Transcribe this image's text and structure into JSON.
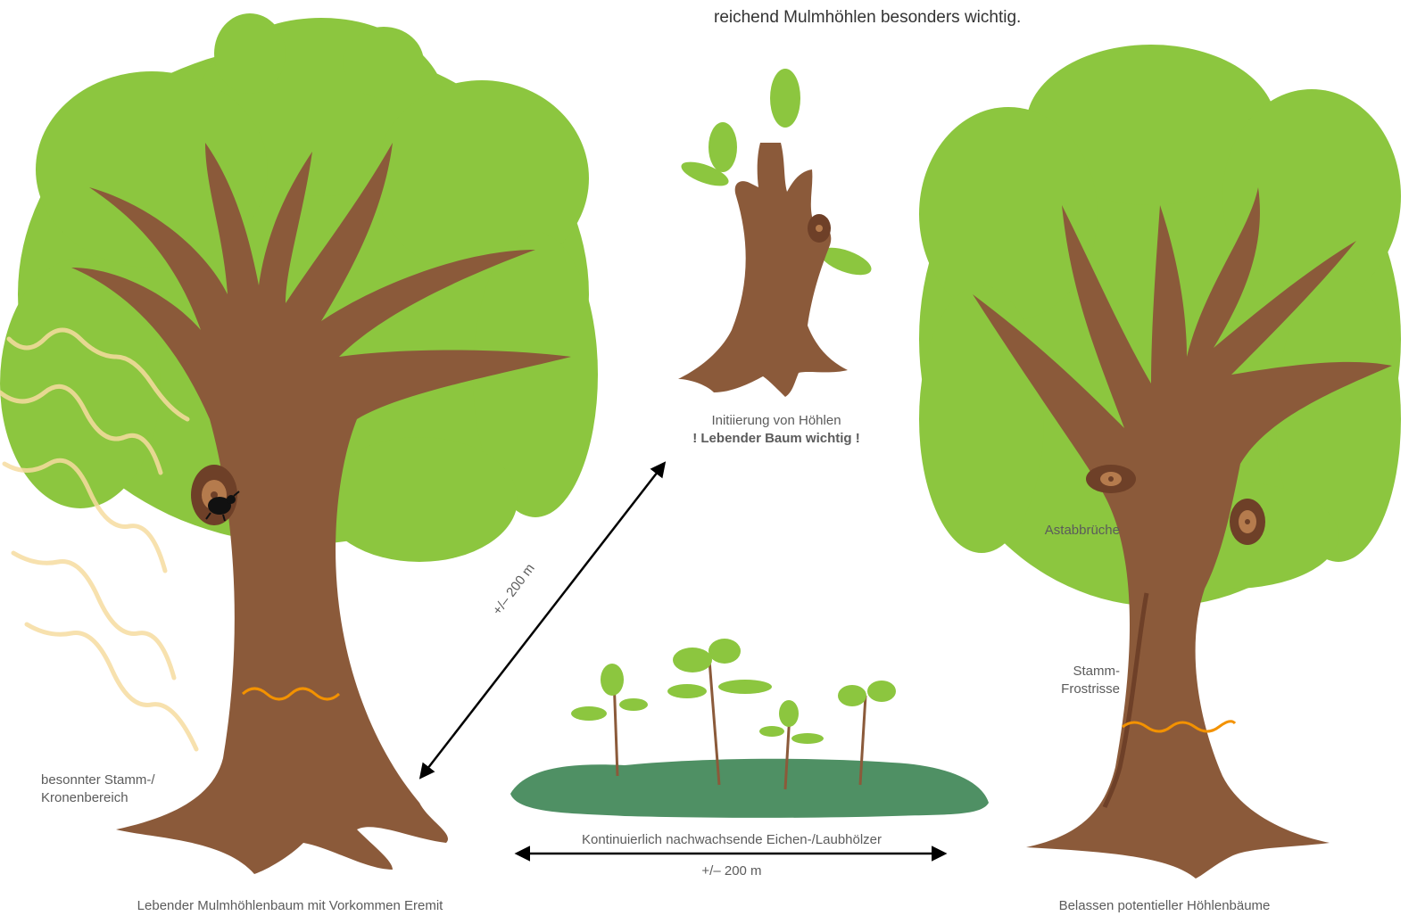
{
  "intro": {
    "line": "reichend Mulmhöhlen besonders wichtig."
  },
  "left_tree": {
    "caption": "Lebender Mulmhöhlenbaum mit Vorkommen Eremit",
    "sun_label_line1": "besonnter Stamm-/",
    "sun_label_line2": "Kronenbereich"
  },
  "center_stump": {
    "caption_line1": "Initiierung von Höhlen",
    "caption_line2": "! Lebender Baum wichtig !"
  },
  "diagonal_distance": {
    "label": "+/– 200 m"
  },
  "saplings": {
    "caption": "Kontinuierlich nachwachsende Eichen-/Laubhölzer",
    "distance_label": "+/– 200 m"
  },
  "right_tree": {
    "caption": "Belassen potentieller Höhlenbäume",
    "branch_label": "Astabbrüche",
    "frost_label_line1": "Stamm-",
    "frost_label_line2": "Frostrisse"
  },
  "colors": {
    "foliage": "#8cc63f",
    "trunk": "#8b5a3a",
    "grass": "#4f9064",
    "arrow": "#000000",
    "sun_rays": "#f6dca0",
    "orange_mark": "#f39200",
    "text": "#5b5b5b"
  },
  "icons": [
    "beetle-icon",
    "tree-hollow-icon",
    "sun-ray-icon",
    "double-arrow-icon"
  ]
}
